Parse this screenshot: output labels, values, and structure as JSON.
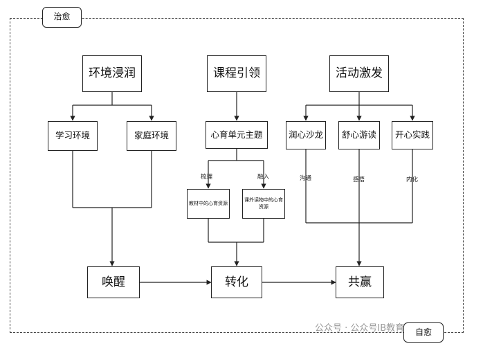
{
  "frame_tag": "治愈",
  "end_tag": "自愈",
  "top_nodes": {
    "env": "环境浸润",
    "course": "课程引领",
    "activity": "活动激发"
  },
  "sub_nodes": {
    "study_env": "学习环境",
    "family_env": "家庭环境",
    "theme": "心育单元主题",
    "runxin": "润心沙龙",
    "shuxin": "舒心游读",
    "kaixin": "开心实践"
  },
  "resource_nodes": {
    "textbook": "教材中的心育资源",
    "extra_reading": "课外读物中的心育资源"
  },
  "edge_labels": {
    "shuli": "梳理",
    "rongru": "融入",
    "goutong": "沟通",
    "ganwu": "感悟",
    "neihua": "内化"
  },
  "bottom_nodes": {
    "huanxing": "唤醒",
    "zhuanhua": "转化",
    "gongying": "共赢"
  },
  "watermark": "公众号 · 公众号IB教育家"
}
